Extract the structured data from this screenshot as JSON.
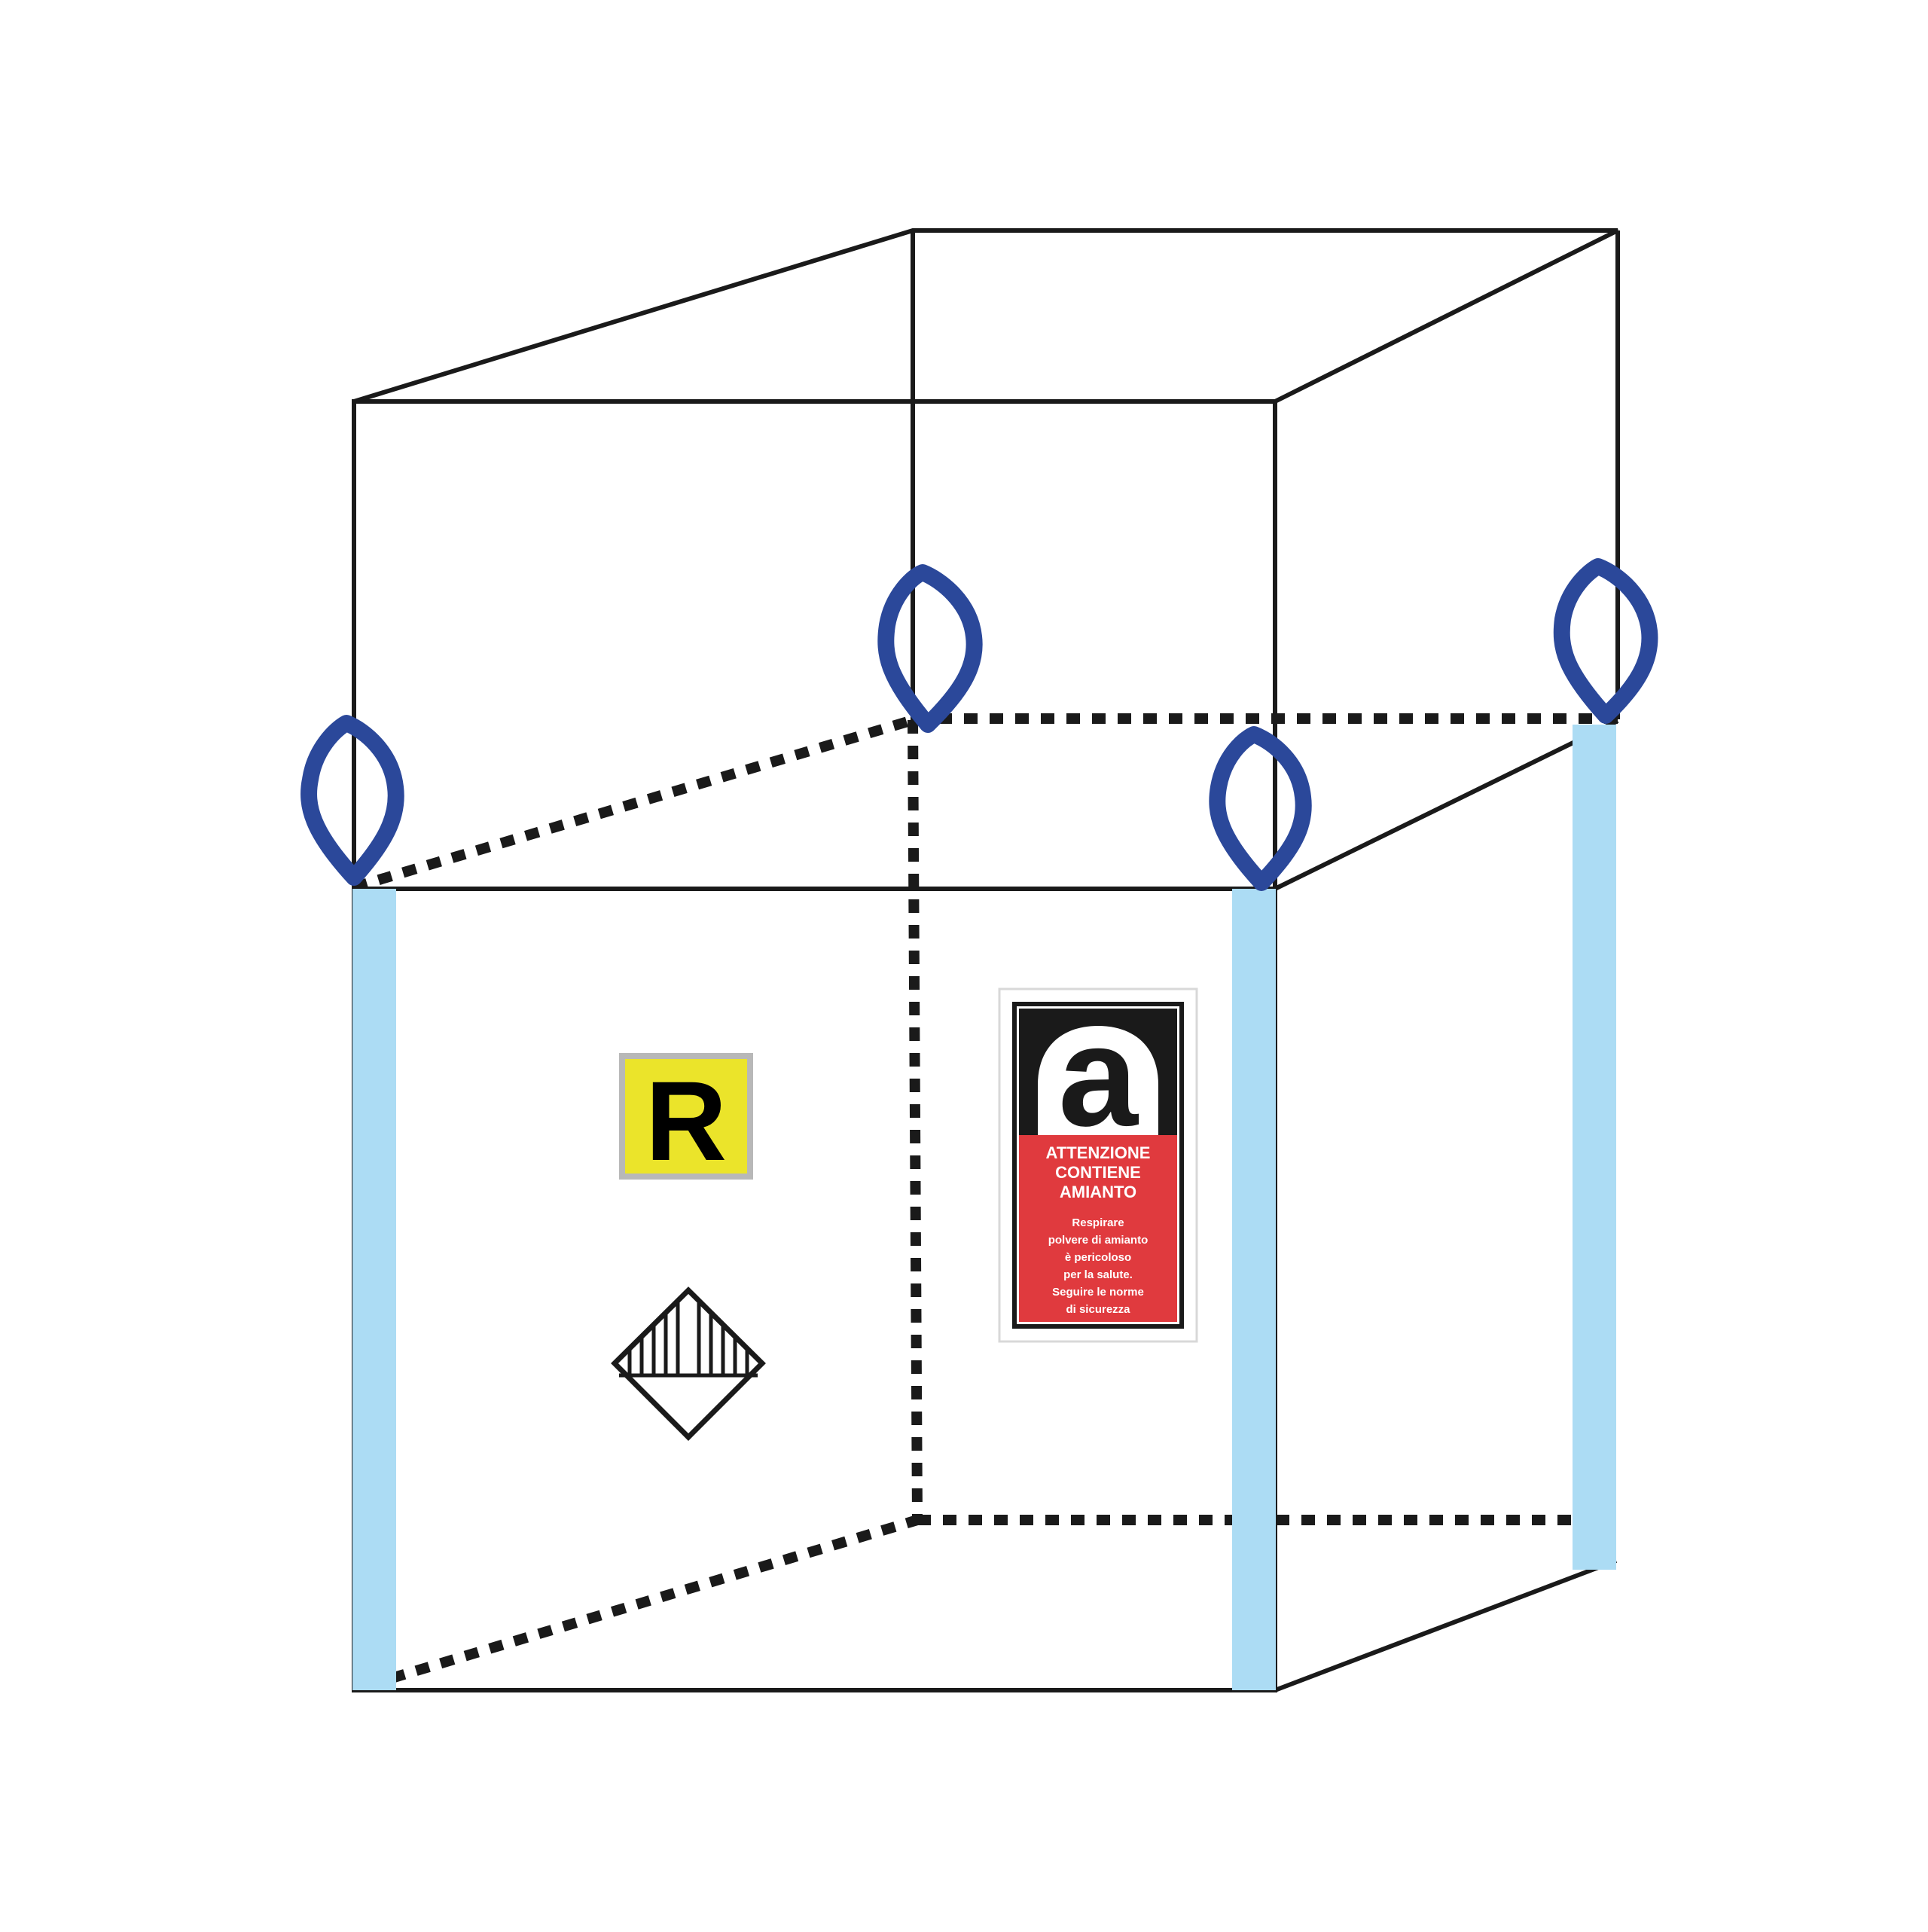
{
  "diagram": {
    "subject": "bulk-bag-for-asbestos",
    "colors": {
      "outline": "#1a1a1a",
      "lifting_loop": "#2b489a",
      "strap": "#acdcf4",
      "r_label_background": "#ebe42a",
      "r_label_border": "#b8b8b8",
      "warning_red": "#e03a3e",
      "text_white": "#ffffff"
    }
  },
  "r_label": {
    "letter": "R"
  },
  "un_mark": {
    "icon": "un-packaging-diamond-icon"
  },
  "asbestos_label": {
    "logo_letter": "a",
    "heading_line1": "ATTENZIONE",
    "heading_line2": "CONTIENE",
    "heading_line3": "AMIANTO",
    "body_line1": "Respirare",
    "body_line2": "polvere di amianto",
    "body_line3": "è pericoloso",
    "body_line4": "per la salute.",
    "body_line5": "Seguire le norme",
    "body_line6": "di sicurezza"
  }
}
